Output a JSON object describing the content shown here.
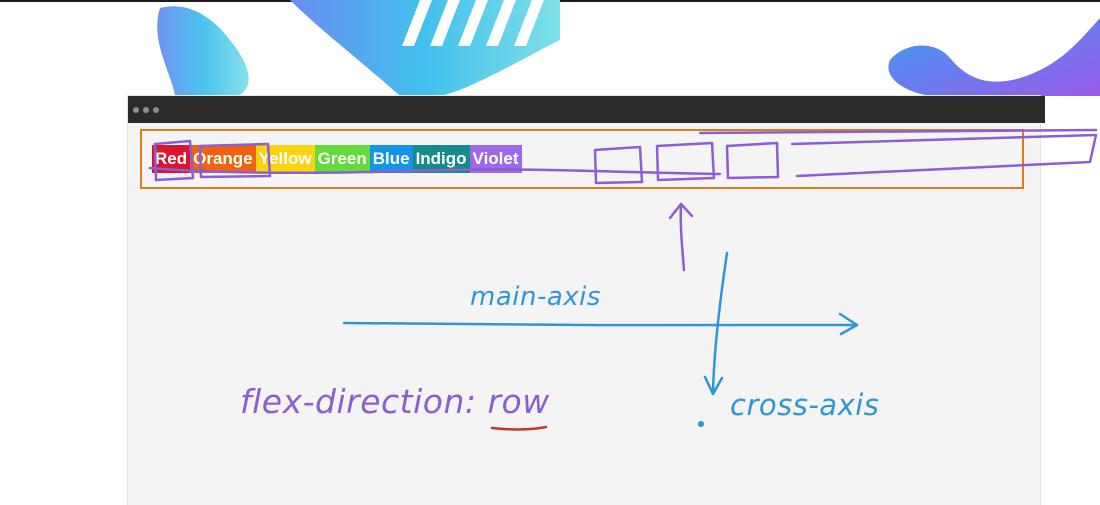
{
  "window": {
    "controls": [
      "dot",
      "dot",
      "dot"
    ]
  },
  "flex_items": [
    {
      "label": "Red",
      "color": "#d9162d"
    },
    {
      "label": "Orange",
      "color": "#f0620c"
    },
    {
      "label": "Yellow",
      "color": "#fbd40e"
    },
    {
      "label": "Green",
      "color": "#61dc3b"
    },
    {
      "label": "Blue",
      "color": "#1593e8"
    },
    {
      "label": "Indigo",
      "color": "#178b8b"
    },
    {
      "label": "Violet",
      "color": "#9a6ae9"
    }
  ],
  "annotations": {
    "main_axis": "main-axis",
    "cross_axis": "cross-axis",
    "flex_direction_prefix": "flex-direction: ",
    "flex_direction_value": "row"
  },
  "colors": {
    "container_border": "#e07b1a",
    "annotation_blue": "#2f96d6",
    "annotation_purple": "#8b5ed1",
    "underline_red": "#c0392b"
  }
}
